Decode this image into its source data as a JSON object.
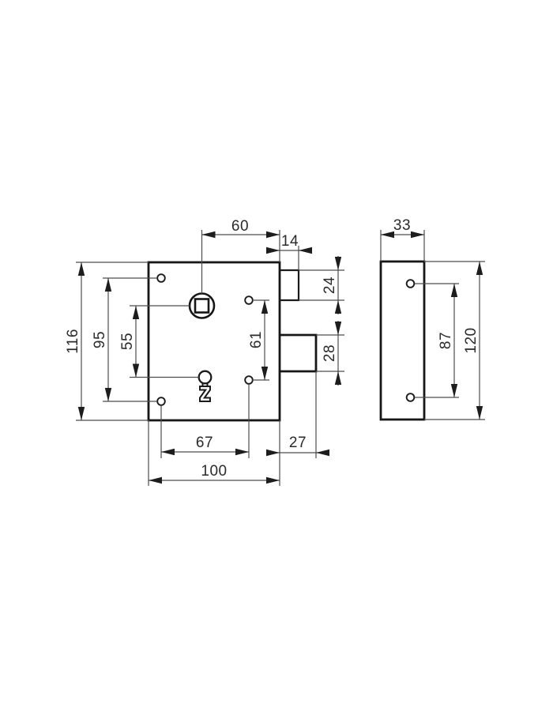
{
  "drawing": {
    "subject": "rim-lock-dimensional-drawing",
    "units": "mm",
    "colors": {
      "object_line": "#161616",
      "dimension_line": "#4d4d4d",
      "arrow": "#1d1d1d",
      "text": "#2a2a2a",
      "background": "#ffffff"
    }
  },
  "front_view": {
    "dimensions": {
      "spindle_to_right_edge": "60",
      "latch_bolt_width": "14",
      "latch_bolt_height": "24",
      "dead_bolt_height": "28",
      "right_screw_holes_spacing": "61",
      "case_height": "116",
      "left_screw_holes_spacing": "95",
      "spindle_to_keyhole": "55",
      "bottom_screw_holes_spacing": "67",
      "dead_bolt_projection": "27",
      "case_width": "100"
    }
  },
  "side_view": {
    "dimensions": {
      "plate_width": "33",
      "screw_holes_spacing": "87",
      "plate_height": "120"
    }
  }
}
